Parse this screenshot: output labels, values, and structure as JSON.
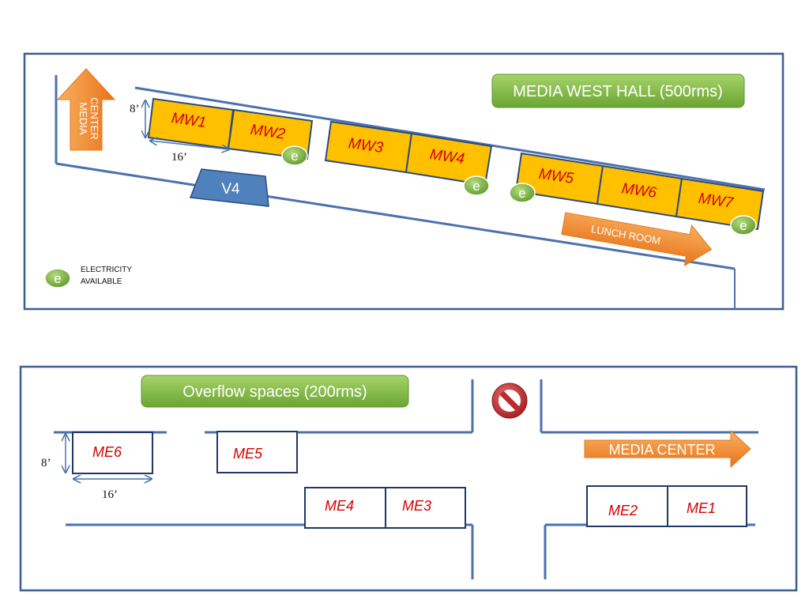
{
  "colors": {
    "wall": "#4a72ad",
    "frame": "#3c5d8f",
    "booth_fill": "#ffc000",
    "booth_stroke": "#2b4b7e",
    "booth_text": "#d40000",
    "title_green": "#7dbb3d",
    "arrow_orange": "#f28a1e",
    "v4_blue": "#4f81bd",
    "no_sign_red": "#c0282d"
  },
  "west_hall": {
    "title": "MEDIA WEST HALL (500rms)",
    "media_center_label": "MEDIA CENTER",
    "media_center_line1": "MEDIA",
    "media_center_line2": "CENTER",
    "dim_height": "8’",
    "dim_width": "16’",
    "v4_label": "V4",
    "lunch_room_label": "LUNCH ROOM",
    "booths": [
      "MW1",
      "MW2",
      "MW3",
      "MW4",
      "MW5",
      "MW6",
      "MW7"
    ],
    "electricity_marker": "e",
    "legend": {
      "marker": "e",
      "line1": "ELECTRICITY",
      "line2": "AVAILABLE"
    }
  },
  "overflow": {
    "title": "Overflow spaces (200rms)",
    "media_center_label": "MEDIA CENTER",
    "dim_height": "8’",
    "dim_width": "16’",
    "booths": [
      "ME6",
      "ME5",
      "ME4",
      "ME3",
      "ME2",
      "ME1"
    ],
    "no_entry_icon": "no-entry-icon"
  }
}
